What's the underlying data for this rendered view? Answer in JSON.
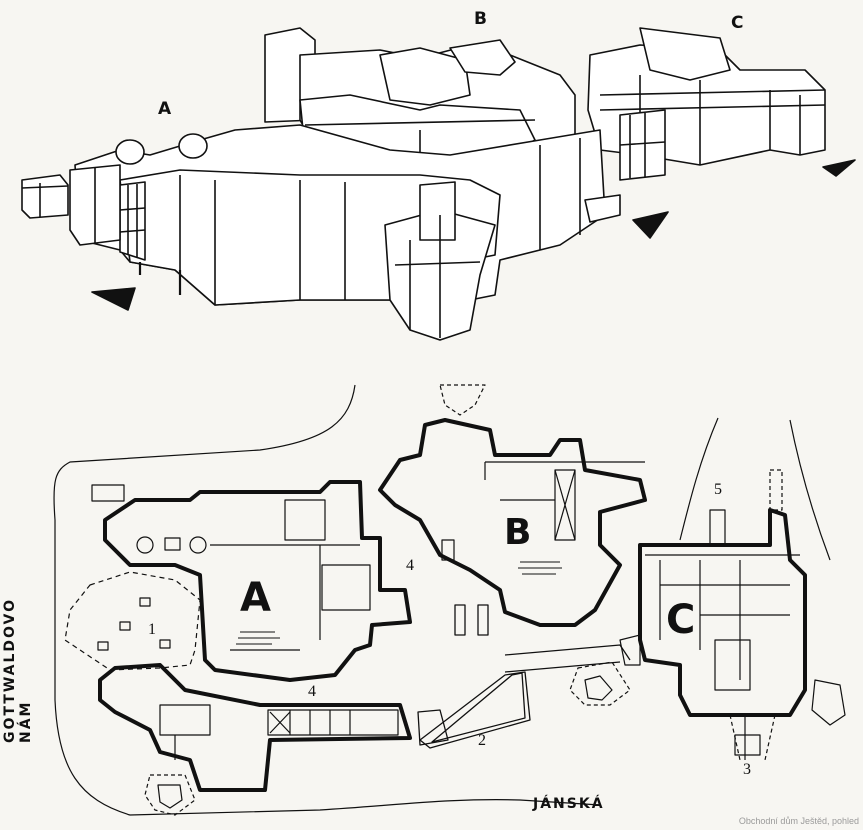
{
  "axonometric": {
    "label_a": "A",
    "label_b": "B",
    "label_c": "C"
  },
  "plan": {
    "label_a": "A",
    "label_b": "B",
    "label_c": "C",
    "numbers": [
      "1",
      "2",
      "3",
      "4",
      "4",
      "5"
    ],
    "street_left": "GOTTWALDOVO NÁM",
    "street_bottom": "JÁNSKÁ"
  },
  "caption": "Obchodní dům Ještěd, pohled"
}
